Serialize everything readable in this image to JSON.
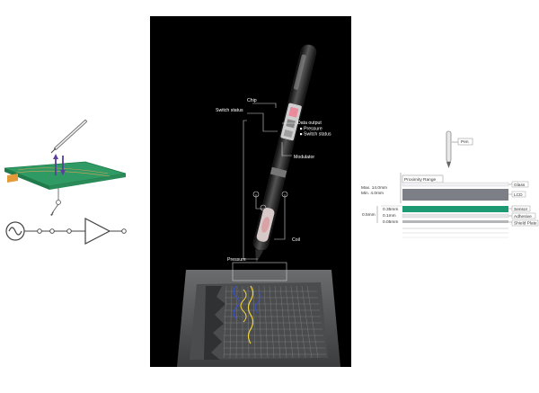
{
  "center_labels": {
    "chip": "Chip",
    "switch_status": "Switch status",
    "data_output": "Data output",
    "data_item_pressure": "Pressure",
    "data_item_switch_status": "Switch status",
    "modulator": "Modulator",
    "coil": "Coil",
    "pressure": "Pressure"
  },
  "right_labels": {
    "pen": "Pen",
    "proximity_range": "Proximity Range",
    "max": "Max. 14.0mm",
    "min": "Min. 4.0mm",
    "glass": "Glass",
    "lcd": "LCD",
    "sensor": "Sensor",
    "adhesive": "Adhesive",
    "shield_plate": "Shield Plate",
    "total": "0.5mm",
    "d1": "0.35mm",
    "d2": "0.1mm",
    "d3": "0.05mm"
  },
  "colors": {
    "board_green": "#2f9a63",
    "sensor_green": "#1b9a73",
    "arrow_purple": "#5a3f9e",
    "coil_yellow": "#f2d33a",
    "coil_blue": "#3850c4"
  }
}
